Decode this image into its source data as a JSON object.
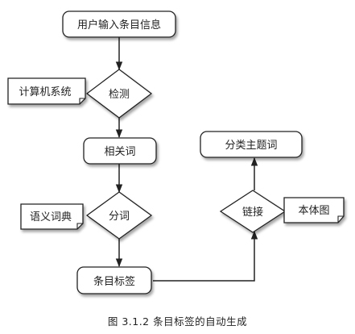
{
  "nodes": {
    "user_input": "用户输入条目信息",
    "computer_system": "计算机系统",
    "detect": "检测",
    "related_words": "相关词",
    "semantic_dictionary": "语义词典",
    "segmentation": "分词",
    "entry_tags": "条目标签",
    "link": "链接",
    "ontology": "本体图",
    "topic_words": "分类主题词"
  },
  "caption": "图 3.1.2   条目标签的自动生成"
}
